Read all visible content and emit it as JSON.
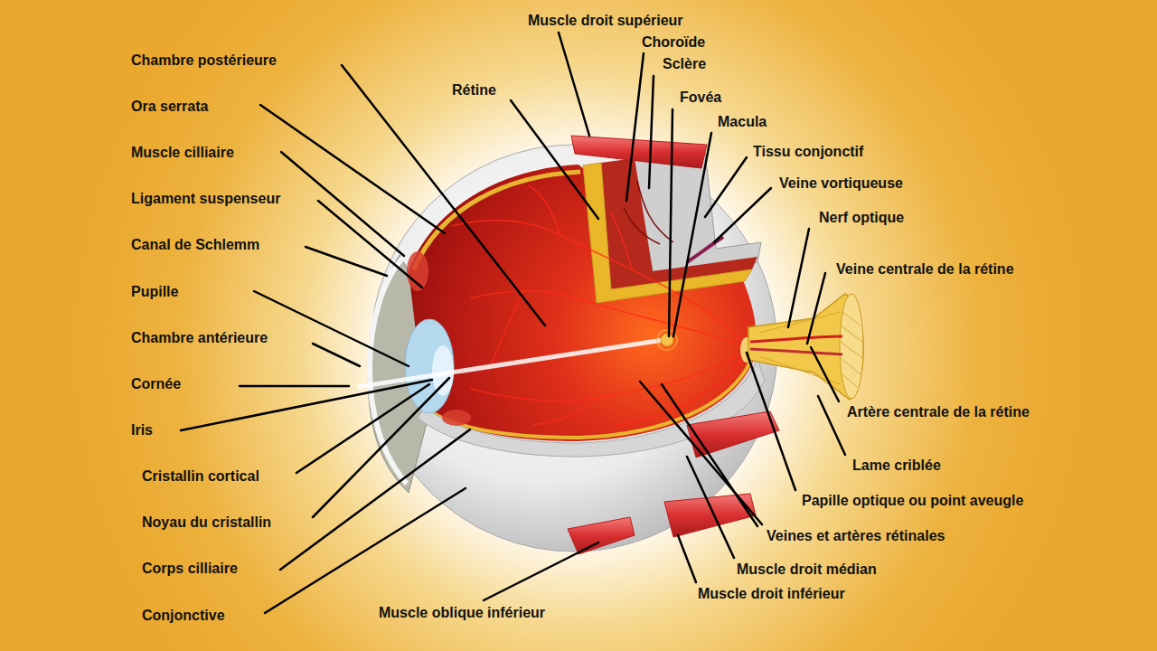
{
  "diagram": {
    "labels": [
      "Chambre postérieure",
      "Ora serrata",
      "Muscle cilliaire",
      "Ligament suspenseur",
      "Canal de Schlemm",
      "Pupille",
      "Chambre antérieure",
      "Cornée",
      "Iris",
      "Cristallin cortical",
      "Noyau du cristallin",
      "Corps cilliaire",
      "Conjonctive",
      "Muscle droit supérieur",
      "Choroïde",
      "Sclère",
      "Rétine",
      "Fovéa",
      "Macula",
      "Tissu conjonctif",
      "Veine vortiqueuse",
      "Nerf optique",
      "Veine centrale de la rétine",
      "Artère centrale de la rétine",
      "Lame criblée",
      "Papille optique ou point aveugle",
      "Veines et artères rétinales",
      "Muscle droit médian",
      "Muscle droit inférieur",
      "Muscle oblique inférieur"
    ]
  }
}
